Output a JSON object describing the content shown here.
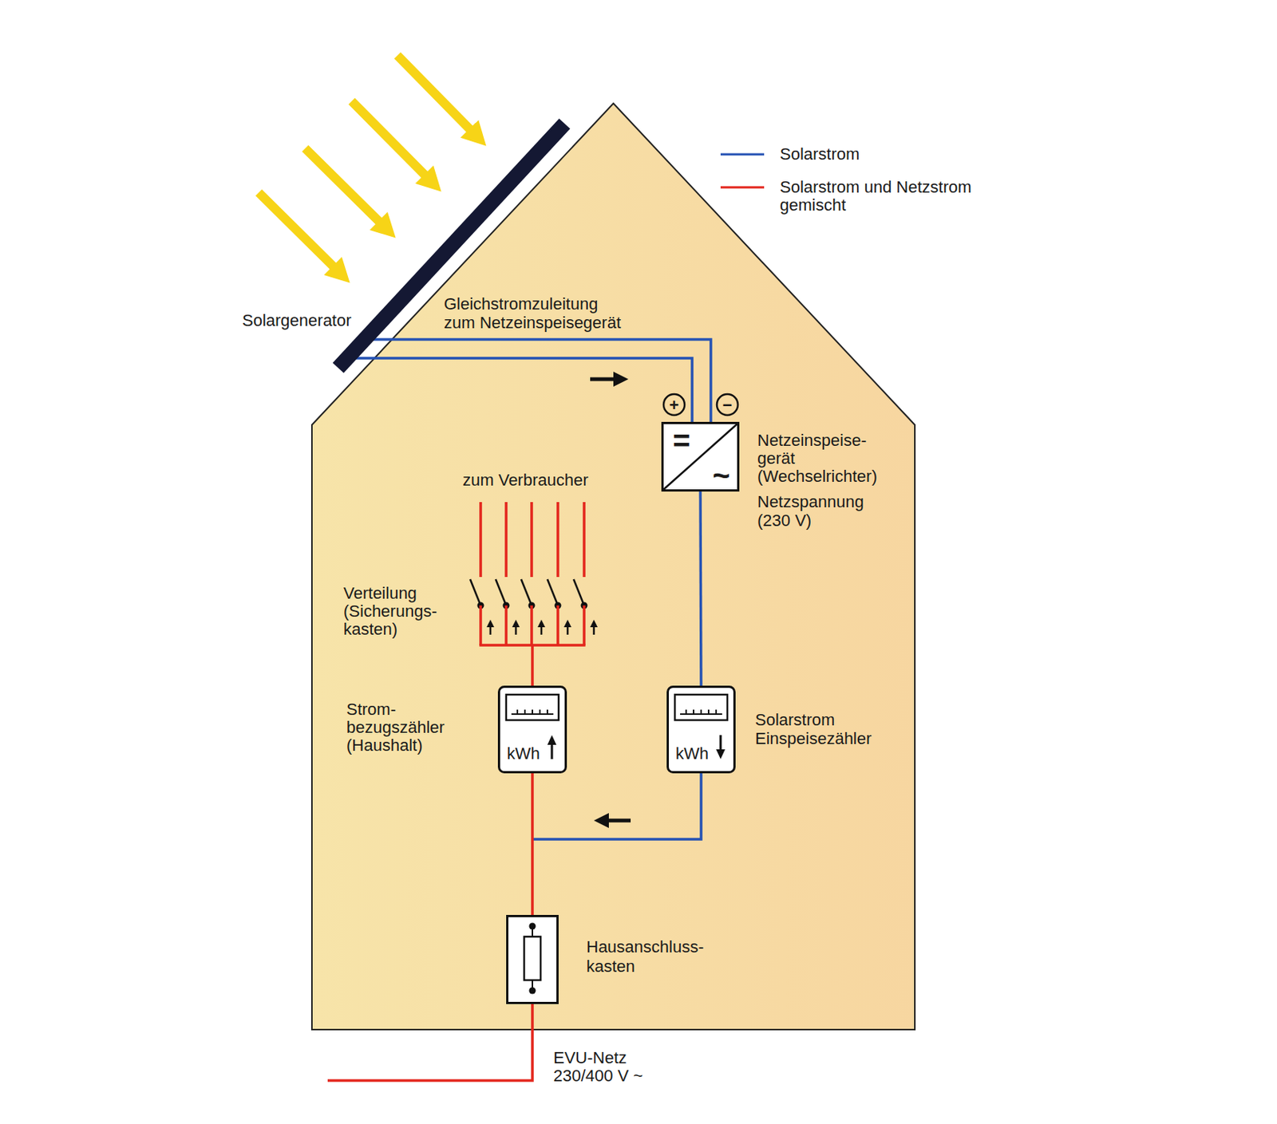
{
  "diagram": {
    "nodes": [
      {
        "text": [
          "Solargenerator"
        ]
      },
      {
        "text": [
          "=",
          "~",
          "Netzeinspeise- gerät (Wechselrichter)",
          "Netzspannung (230 V)"
        ]
      },
      {
        "text": [
          "Verteilung (Sicherungs- kasten)"
        ]
      },
      {
        "text": [
          "kWh",
          "Strom- bezugszähler (Haushalt)"
        ]
      },
      {
        "text": [
          "kWh",
          "Solarstrom Einspeisezähler"
        ]
      },
      {
        "text": [
          "Hausanschluss- kasten"
        ]
      }
    ],
    "edges": [
      {
        "from": 0,
        "to": 1,
        "arrow": "none",
        "label": "Gleichstromzuleitung zum Netzeinspeisegerät"
      },
      {
        "from": 1,
        "to": 4,
        "arrow": "none"
      },
      {
        "from": 4,
        "to": 5,
        "arrow": "none"
      },
      {
        "from": 5,
        "to": 3,
        "arrow": "none"
      },
      {
        "from": 3,
        "to": 2,
        "arrow": "none"
      }
    ],
    "labels": [
      "+",
      "−",
      "zum Verbraucher",
      "EVU-Netz 230/400 V ~"
    ],
    "legend": [
      {
        "text": "Solarstrom",
        "color": "#2552b4"
      },
      {
        "text": "Solarstrom und Netzstrom gemischt",
        "color": "#e3261c"
      }
    ]
  }
}
